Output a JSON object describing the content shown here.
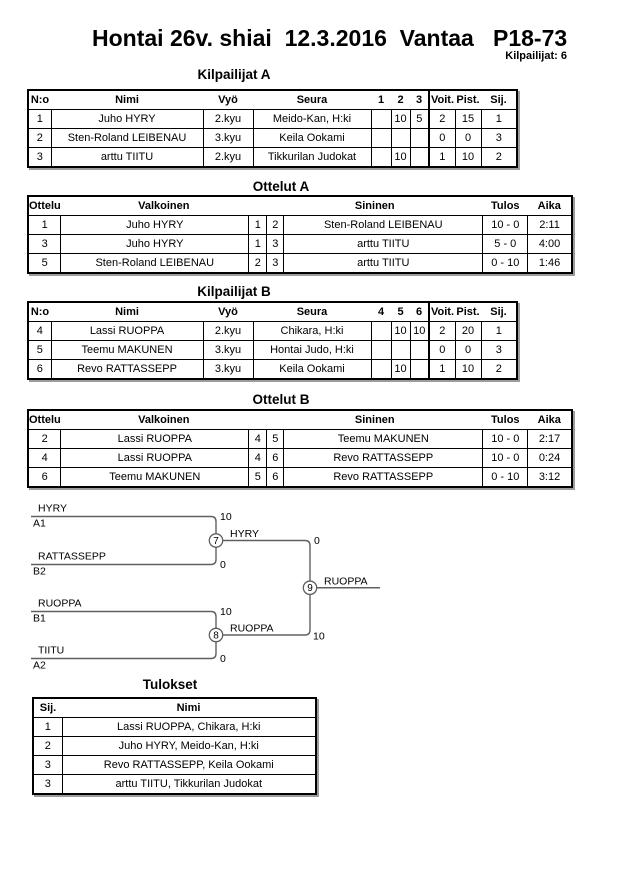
{
  "page": {
    "title": "Hontai 26v. shiai  12.3.2016  Vantaa   P18-73",
    "competitors_count": "Kilpailijat: 6"
  },
  "pool_a": {
    "title": "Kilpailijat A",
    "headers": {
      "no": "N:o",
      "name": "Nimi",
      "belt": "Vyö",
      "club": "Seura",
      "m1": "1",
      "m2": "2",
      "m3": "3",
      "wins": "Voit.",
      "points": "Pist.",
      "place": "Sij."
    },
    "rows": [
      {
        "no": "1",
        "name": "Juho HYRY",
        "belt": "2.kyu",
        "club": "Meido-Kan, H:ki",
        "m1": "",
        "m2": "10",
        "m3": "5",
        "wins": "2",
        "points": "15",
        "place": "1"
      },
      {
        "no": "2",
        "name": "Sten-Roland LEIBENAU",
        "belt": "3.kyu",
        "club": "Keila Ookami",
        "m1": "",
        "m2": "",
        "m3": "",
        "wins": "0",
        "points": "0",
        "place": "3"
      },
      {
        "no": "3",
        "name": "arttu TIITU",
        "belt": "2.kyu",
        "club": "Tikkurilan Judokat",
        "m1": "",
        "m2": "10",
        "m3": "",
        "wins": "1",
        "points": "10",
        "place": "2"
      }
    ]
  },
  "matches_a": {
    "title": "Ottelut A",
    "headers": {
      "match": "Ottelu",
      "white": "Valkoinen",
      "blue": "Sininen",
      "result": "Tulos",
      "time": "Aika"
    },
    "rows": [
      {
        "match": "1",
        "white": "Juho HYRY",
        "wno": "1",
        "bno": "2",
        "blue": "Sten-Roland LEIBENAU",
        "result": "10 - 0",
        "time": "2:11"
      },
      {
        "match": "3",
        "white": "Juho HYRY",
        "wno": "1",
        "bno": "3",
        "blue": "arttu TIITU",
        "result": "5 - 0",
        "time": "4:00"
      },
      {
        "match": "5",
        "white": "Sten-Roland LEIBENAU",
        "wno": "2",
        "bno": "3",
        "blue": "arttu TIITU",
        "result": "0 - 10",
        "time": "1:46"
      }
    ]
  },
  "pool_b": {
    "title": "Kilpailijat B",
    "headers": {
      "no": "N:o",
      "name": "Nimi",
      "belt": "Vyö",
      "club": "Seura",
      "m1": "4",
      "m2": "5",
      "m3": "6",
      "wins": "Voit.",
      "points": "Pist.",
      "place": "Sij."
    },
    "rows": [
      {
        "no": "4",
        "name": "Lassi RUOPPA",
        "belt": "2.kyu",
        "club": "Chikara, H:ki",
        "m1": "",
        "m2": "10",
        "m3": "10",
        "wins": "2",
        "points": "20",
        "place": "1"
      },
      {
        "no": "5",
        "name": "Teemu MAKUNEN",
        "belt": "3.kyu",
        "club": "Hontai Judo, H:ki",
        "m1": "",
        "m2": "",
        "m3": "",
        "wins": "0",
        "points": "0",
        "place": "3"
      },
      {
        "no": "6",
        "name": "Revo RATTASSEPP",
        "belt": "3.kyu",
        "club": "Keila Ookami",
        "m1": "",
        "m2": "10",
        "m3": "",
        "wins": "1",
        "points": "10",
        "place": "2"
      }
    ]
  },
  "matches_b": {
    "title": "Ottelut B",
    "headers": {
      "match": "Ottelu",
      "white": "Valkoinen",
      "blue": "Sininen",
      "result": "Tulos",
      "time": "Aika"
    },
    "rows": [
      {
        "match": "2",
        "white": "Lassi RUOPPA",
        "wno": "4",
        "bno": "5",
        "blue": "Teemu MAKUNEN",
        "result": "10 - 0",
        "time": "2:17"
      },
      {
        "match": "4",
        "white": "Lassi RUOPPA",
        "wno": "4",
        "bno": "6",
        "blue": "Revo RATTASSEPP",
        "result": "10 - 0",
        "time": "0:24"
      },
      {
        "match": "6",
        "white": "Teemu MAKUNEN",
        "wno": "5",
        "bno": "6",
        "blue": "Revo RATTASSEPP",
        "result": "0 - 10",
        "time": "3:12"
      }
    ]
  },
  "bracket": {
    "slot1": {
      "name": "HYRY",
      "seed": "A1",
      "score": "10"
    },
    "slot2": {
      "name": "RATTASSEPP",
      "seed": "B2",
      "score": "0"
    },
    "slot3": {
      "name": "RUOPPA",
      "seed": "B1",
      "score": "10"
    },
    "slot4": {
      "name": "TIITU",
      "seed": "A2",
      "score": "0"
    },
    "match7": {
      "number": "7",
      "winner": "HYRY",
      "score": "0"
    },
    "match8": {
      "number": "8",
      "winner": "RUOPPA",
      "score": "10"
    },
    "match9": {
      "number": "9",
      "winner": "RUOPPA"
    }
  },
  "results": {
    "title": "Tulokset",
    "headers": {
      "place": "Sij.",
      "name": "Nimi"
    },
    "rows": [
      {
        "place": "1",
        "name": "Lassi RUOPPA, Chikara, H:ki"
      },
      {
        "place": "2",
        "name": "Juho HYRY, Meido-Kan, H:ki"
      },
      {
        "place": "3",
        "name": "Revo RATTASSEPP, Keila Ookami"
      },
      {
        "place": "3",
        "name": "arttu TIITU, Tikkurilan Judokat"
      }
    ]
  }
}
